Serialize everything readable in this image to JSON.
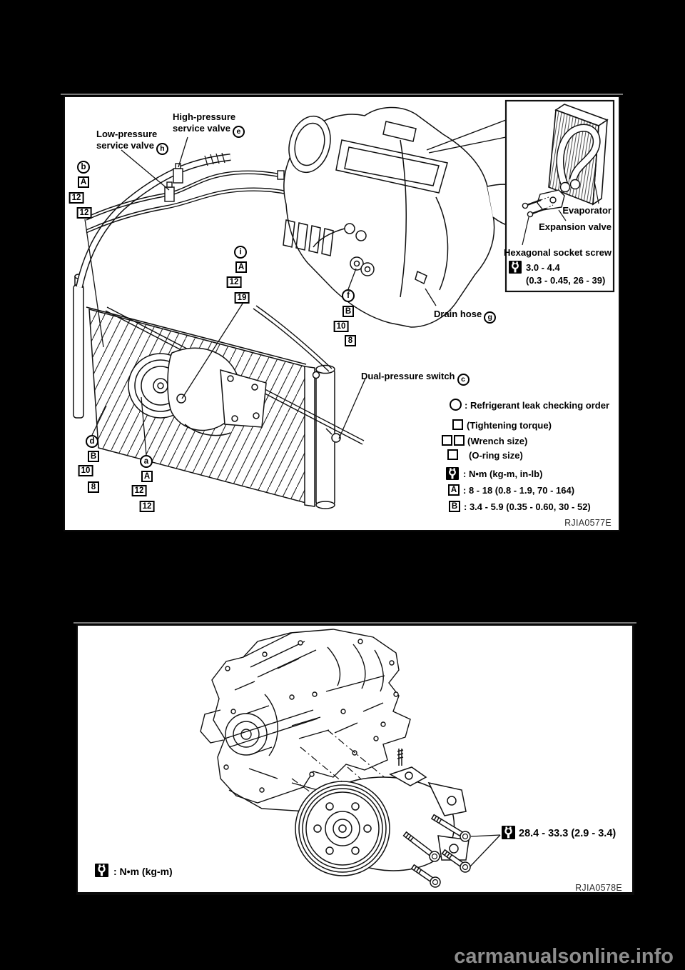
{
  "page": {
    "watermark_text": "carmanualsonline.info"
  },
  "figure_top": {
    "ref_code": "RJIA0577E",
    "labels": {
      "low_pressure_line1": "Low-pressure",
      "low_pressure_line2": "service valve",
      "low_pressure_marker": "h",
      "high_pressure_line1": "High-pressure",
      "high_pressure_line2": "service valve",
      "high_pressure_marker": "e",
      "evaporator": "Evaporator",
      "expansion_valve": "Expansion valve",
      "hex_socket_screw": "Hexagonal socket screw",
      "hex_torque_value": "3.0 - 4.4",
      "hex_torque_sub": "(0.3 - 0.45, 26 - 39)",
      "drain_hose": "Drain hose",
      "drain_hose_marker": "g",
      "dual_pressure_switch": "Dual-pressure switch",
      "dual_pressure_marker": "c"
    },
    "marker_groups": {
      "b": [
        "b",
        "A",
        "12",
        "12"
      ],
      "i": [
        "i",
        "A",
        "12",
        "19"
      ],
      "f": [
        "f",
        "B",
        "10",
        "8"
      ],
      "d": [
        "d",
        "B",
        "10",
        "8"
      ],
      "a": [
        "a",
        "A",
        "12",
        "12"
      ]
    },
    "legend": {
      "leak_order": ": Refrigerant leak checking order",
      "tightening_torque": "(Tightening torque)",
      "wrench_size": "(Wrench size)",
      "oring_size": "(O-ring size)",
      "torque_units": ": N•m (kg-m, in-lb)",
      "a_label": "A",
      "a_value": ": 8 - 18 (0.8 - 1.9, 70 - 164)",
      "b_label": "B",
      "b_value": ": 3.4 - 5.9 (0.35 - 0.60, 30 - 52)"
    }
  },
  "figure_bottom": {
    "ref_code": "RJIA0578E",
    "bolt_torque": "28.4 - 33.3 (2.9 - 3.4)",
    "torque_units": ": N•m (kg-m)"
  }
}
